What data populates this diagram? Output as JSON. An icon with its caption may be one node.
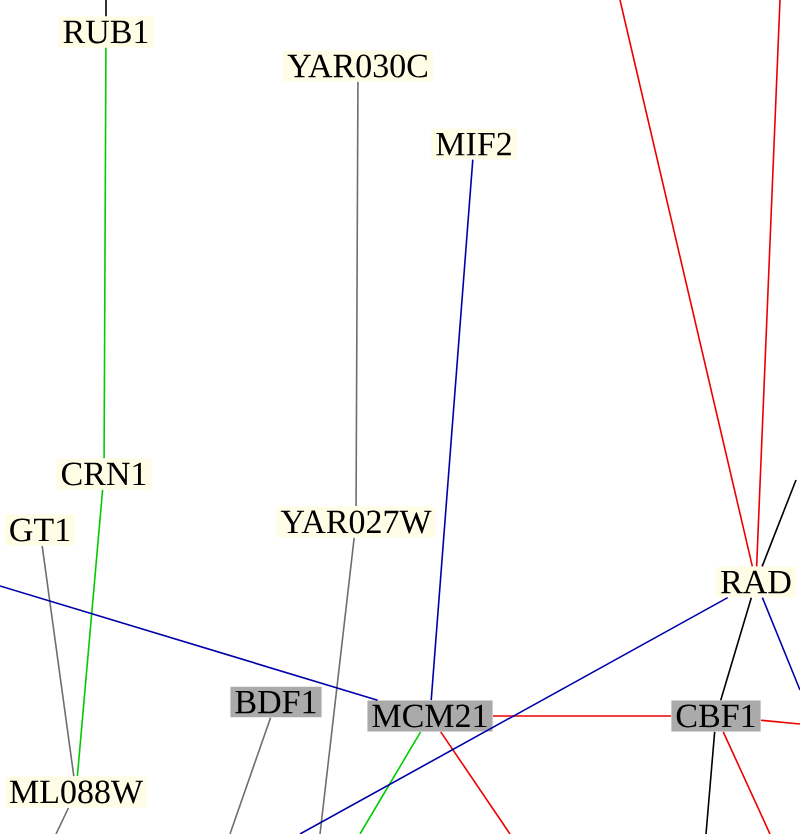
{
  "diagram": {
    "nodes": [
      {
        "text": [
          "RUB1"
        ]
      },
      {
        "text": [
          "YAR030C"
        ]
      },
      {
        "text": [
          "MIF2"
        ]
      },
      {
        "text": [
          "CRN1"
        ]
      },
      {
        "text": [
          "GT1"
        ]
      },
      {
        "text": [
          "YAR027W"
        ]
      },
      {
        "text": [
          "RAD"
        ]
      },
      {
        "text": [
          "BDF1"
        ]
      },
      {
        "text": [
          "MCM21"
        ]
      },
      {
        "text": [
          "CBF1"
        ]
      },
      {
        "text": [
          "ML088W"
        ]
      }
    ],
    "edges": [
      {
        "from": null,
        "to": 0,
        "arrow": "none",
        "color": "#000000"
      },
      {
        "from": 0,
        "to": 3,
        "arrow": "none",
        "color": "#00cc00"
      },
      {
        "from": 3,
        "to": 10,
        "arrow": "none",
        "color": "#00cc00"
      },
      {
        "from": 1,
        "to": 5,
        "arrow": "none",
        "color": "#6e6e6e"
      },
      {
        "from": 2,
        "to": 8,
        "arrow": "none",
        "color": "#0000aa"
      },
      {
        "from": 5,
        "to": null,
        "arrow": "none",
        "color": "#6e6e6e"
      },
      {
        "from": 4,
        "to": 10,
        "arrow": "none",
        "color": "#6e6e6e"
      },
      {
        "from": null,
        "to": 8,
        "arrow": "none",
        "color": "#0000aa"
      },
      {
        "from": 7,
        "to": null,
        "arrow": "none",
        "color": "#6e6e6e"
      },
      {
        "from": 8,
        "to": 9,
        "arrow": "none",
        "color": "#ee0000"
      },
      {
        "from": 8,
        "to": null,
        "arrow": "none",
        "color": "#ee0000"
      },
      {
        "from": 8,
        "to": null,
        "arrow": "none",
        "color": "#00cc00"
      },
      {
        "from": 6,
        "to": null,
        "arrow": "none",
        "color": "#0000aa"
      },
      {
        "from": null,
        "to": 6,
        "arrow": "none",
        "color": "#ee0000"
      },
      {
        "from": null,
        "to": 6,
        "arrow": "none",
        "color": "#ee0000"
      },
      {
        "from": 6,
        "to": null,
        "arrow": "none",
        "color": "#000000"
      },
      {
        "from": 6,
        "to": null,
        "arrow": "none",
        "color": "#0000aa"
      },
      {
        "from": 6,
        "to": 9,
        "arrow": "none",
        "color": "#000000"
      },
      {
        "from": 9,
        "to": null,
        "arrow": "none",
        "color": "#000000"
      },
      {
        "from": 9,
        "to": null,
        "arrow": "none",
        "color": "#ee0000"
      },
      {
        "from": 9,
        "to": null,
        "arrow": "none",
        "color": "#ee0000"
      },
      {
        "from": 10,
        "to": null,
        "arrow": "none",
        "color": "#6e6e6e"
      }
    ]
  }
}
